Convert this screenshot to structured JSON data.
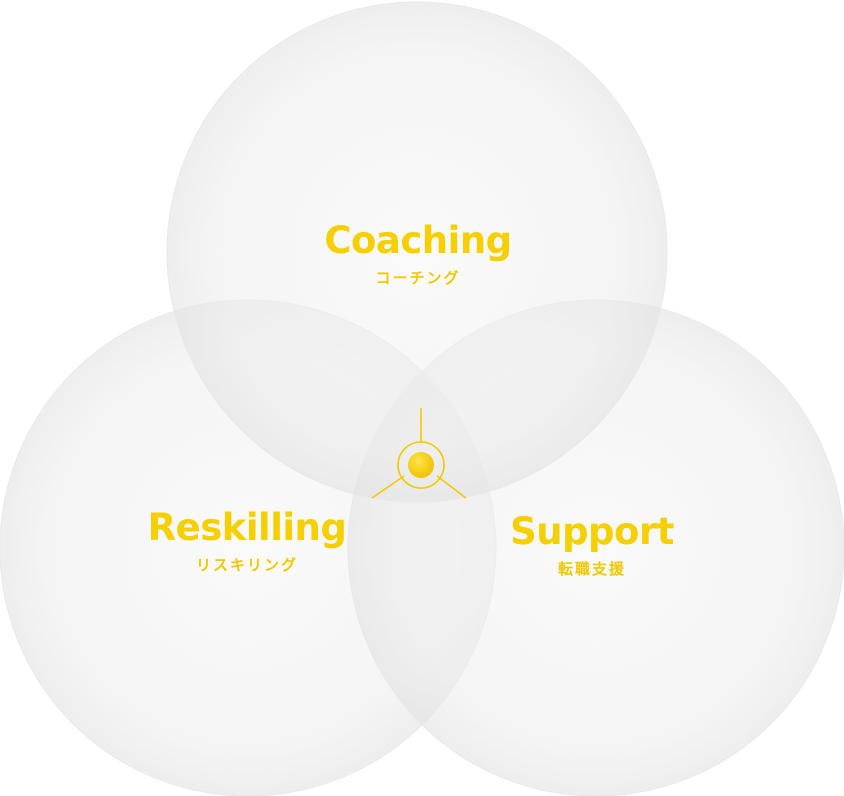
{
  "colors": {
    "accent": "#f5cf00",
    "circle_fill": "#f1f1f1",
    "circle_stroke": "#e6e6e6",
    "background": "#ffffff"
  },
  "circles": [
    {
      "id": "coaching",
      "title": "Coaching",
      "subtitle": "コーチング"
    },
    {
      "id": "reskilling",
      "title": "Reskilling",
      "subtitle": "リスキリング"
    },
    {
      "id": "support",
      "title": "Support",
      "subtitle": "転職支援"
    }
  ],
  "center_icon": "target-node-icon"
}
